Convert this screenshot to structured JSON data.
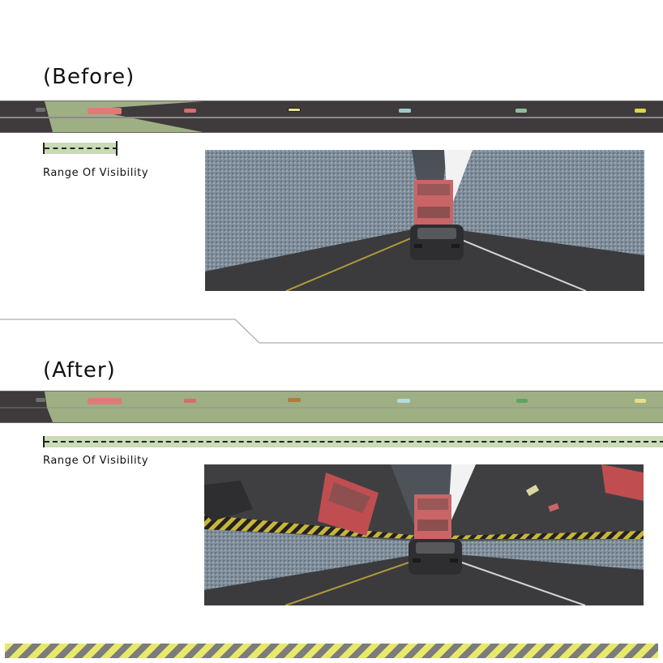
{
  "before": {
    "heading": "(Before)",
    "range_label": "Range Of Visibility",
    "vehicles": [
      {
        "color": "#e07a7a",
        "kind": "bus"
      },
      {
        "color": "#d96c6c",
        "kind": "car"
      },
      {
        "color": "#e6e08a",
        "kind": "car"
      },
      {
        "color": "#9ec9c9",
        "kind": "car"
      },
      {
        "color": "#8fbf9a",
        "kind": "car"
      },
      {
        "color": "#d8d84a",
        "kind": "car"
      }
    ]
  },
  "after": {
    "heading": "(After)",
    "range_label": "Range Of Visibility",
    "vehicles": [
      {
        "color": "#e07a7a",
        "kind": "bus"
      },
      {
        "color": "#d96c6c",
        "kind": "car"
      },
      {
        "color": "#b07a40",
        "kind": "car"
      },
      {
        "color": "#b5d9e0",
        "kind": "car"
      },
      {
        "color": "#5fa35f",
        "kind": "car"
      },
      {
        "color": "#e6e08a",
        "kind": "car"
      }
    ]
  },
  "colors": {
    "road": "#3f3b3c",
    "visibility_zone": "#a9bd8c",
    "range_bar": "#c9dbb7",
    "hazard_yellow": "#e8e86a",
    "hazard_gray": "#7c7c7c"
  }
}
